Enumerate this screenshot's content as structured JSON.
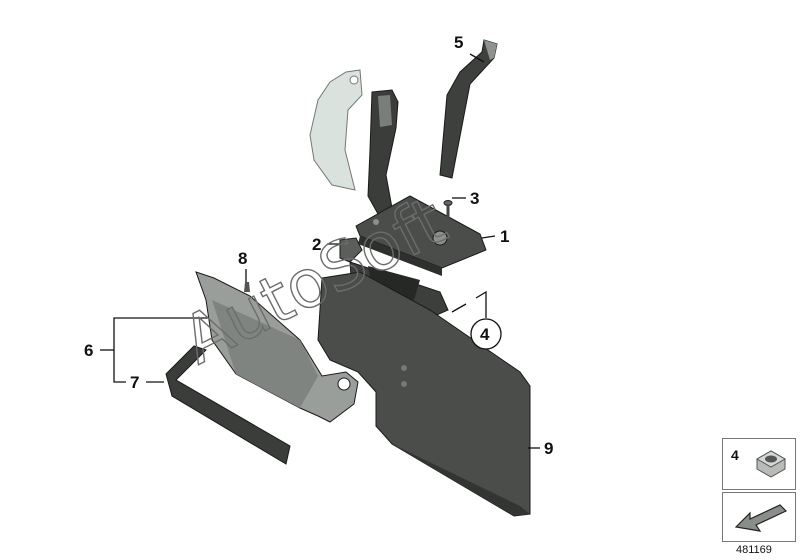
{
  "watermark": "AutoSoft",
  "callouts": [
    {
      "id": "c1",
      "label": "1"
    },
    {
      "id": "c2",
      "label": "2"
    },
    {
      "id": "c3",
      "label": "3"
    },
    {
      "id": "c4",
      "label": "4"
    },
    {
      "id": "c5",
      "label": "5"
    },
    {
      "id": "c6",
      "label": "6"
    },
    {
      "id": "c7",
      "label": "7"
    },
    {
      "id": "c8",
      "label": "8"
    },
    {
      "id": "c9",
      "label": "9"
    }
  ],
  "legend": {
    "part_number": "4"
  },
  "diagram_number": "481169",
  "colors": {
    "part_fill": "#4a4d4a",
    "part_light": "#8c908c",
    "part_ghost": "#d9e2dd",
    "outline": "#1a1a1a"
  }
}
